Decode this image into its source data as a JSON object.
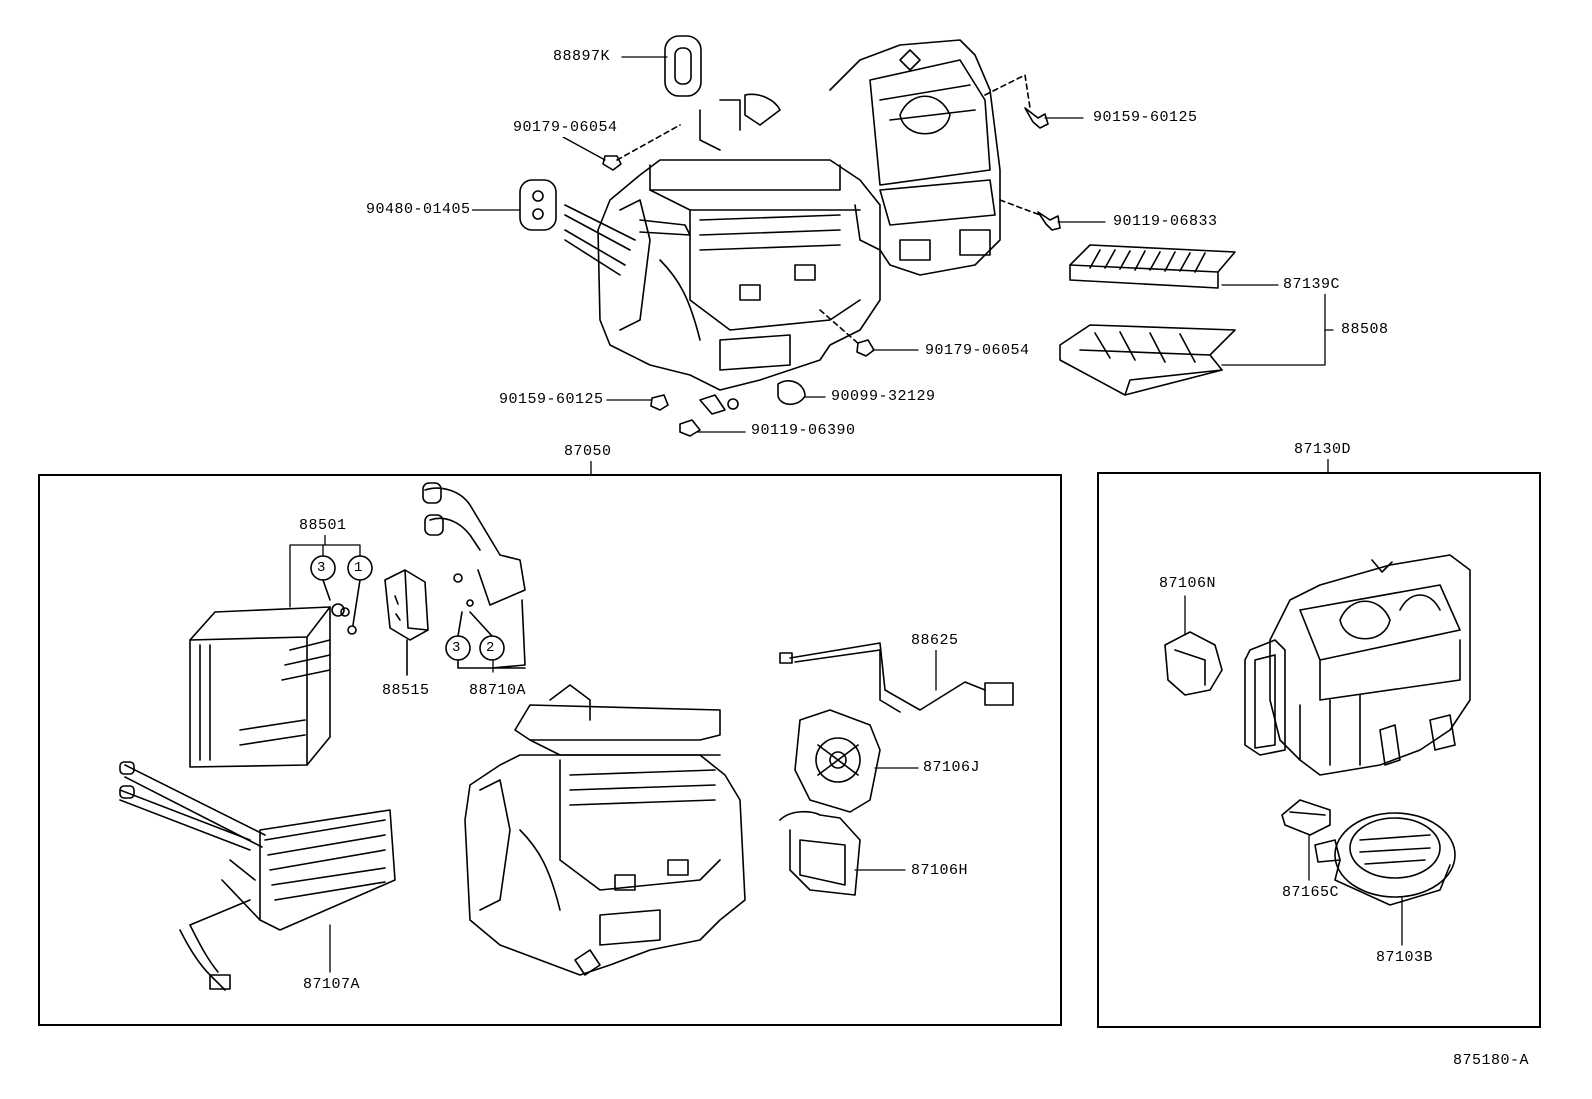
{
  "group_labels": {
    "left_box": "87050",
    "right_box": "87130D"
  },
  "callout_numbers": [
    "3",
    "1",
    "3",
    "2"
  ],
  "parts": {
    "p88897K": "88897K",
    "p90179_06054_top": "90179-06054",
    "p90480_01405": "90480-01405",
    "p90159_60125_right": "90159-60125",
    "p90119_06833": "90119-06833",
    "p87139C": "87139C",
    "p88508": "88508",
    "p90179_06054_bot": "90179-06054",
    "p90159_60125_left": "90159-60125",
    "p90099_32129": "90099-32129",
    "p90119_06390": "90119-06390",
    "p88501": "88501",
    "p88515": "88515",
    "p88710A": "88710A",
    "p88625": "88625",
    "p87106J": "87106J",
    "p87106H": "87106H",
    "p87107A": "87107A",
    "p87106N": "87106N",
    "p87165C": "87165C",
    "p87103B": "87103B"
  },
  "figure_code": "875180-A"
}
